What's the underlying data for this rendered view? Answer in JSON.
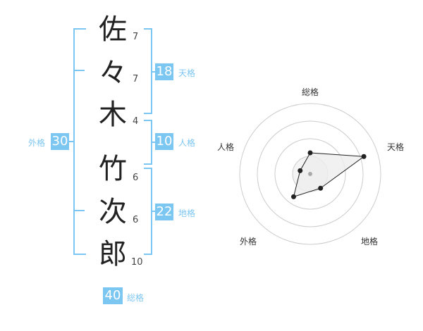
{
  "name": {
    "chars": [
      {
        "char": "佐",
        "strokes": "7"
      },
      {
        "char": "々",
        "strokes": "7"
      },
      {
        "char": "木",
        "strokes": "4"
      },
      {
        "char": "竹",
        "strokes": "6"
      },
      {
        "char": "次",
        "strokes": "6"
      },
      {
        "char": "郎",
        "strokes": "10"
      }
    ]
  },
  "kakusu": {
    "tenkaku": {
      "value": "18",
      "label": "天格"
    },
    "jinkaku": {
      "value": "10",
      "label": "人格"
    },
    "chikaku": {
      "value": "22",
      "label": "地格"
    },
    "gaikaku": {
      "value": "30",
      "label": "外格"
    },
    "soukaku": {
      "value": "40",
      "label": "総格"
    }
  },
  "radar": {
    "axes": [
      "総格",
      "天格",
      "地格",
      "外格",
      "人格"
    ],
    "values": [
      0.3,
      0.8,
      0.25,
      0.4,
      0.15
    ],
    "max": 1,
    "colors": {
      "line": "#222222",
      "fill": "#eeeeee",
      "ring": "#cccccc",
      "center": "#aaaaaa"
    }
  }
}
